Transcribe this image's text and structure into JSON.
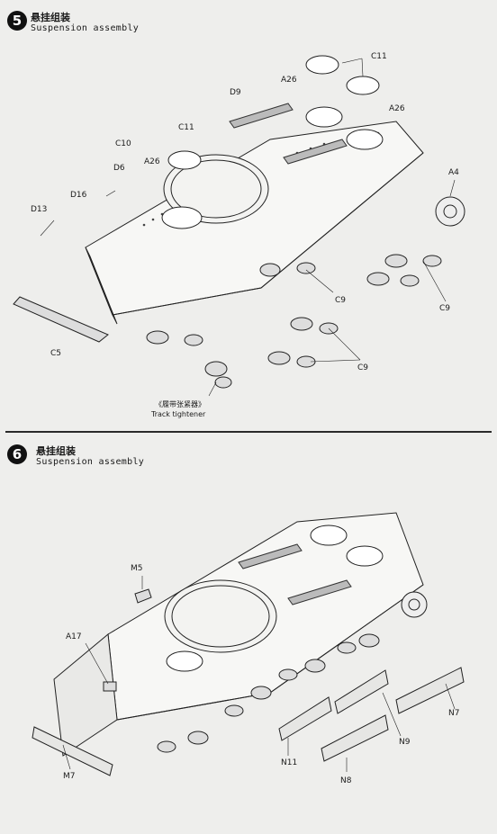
{
  "step5": {
    "number": "5",
    "title_zh": "悬挂组装",
    "title_en": "Suspension assembly",
    "parts": [
      "C11",
      "A26",
      "D9",
      "A26",
      "C11",
      "C10",
      "A26",
      "D6",
      "D16",
      "D13",
      "A4",
      "C9",
      "C9",
      "C9",
      "C5"
    ],
    "caption_zh": "《履带张紧器》",
    "caption_en": "Track tightener"
  },
  "step6": {
    "number": "6",
    "title_zh": "悬挂组装",
    "title_en": "Suspension assembly",
    "parts": [
      "M5",
      "A17",
      "M7",
      "N11",
      "N9",
      "N7",
      "N8"
    ]
  }
}
